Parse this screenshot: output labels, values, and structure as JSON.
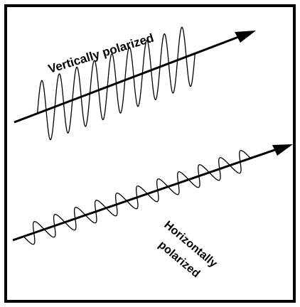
{
  "labels": {
    "vertical": "Vertically polarized",
    "horizontal_line1": "Horizontally",
    "horizontal_line2": "polarized"
  },
  "colors": {
    "ink": "#000000",
    "background": "#ffffff"
  }
}
